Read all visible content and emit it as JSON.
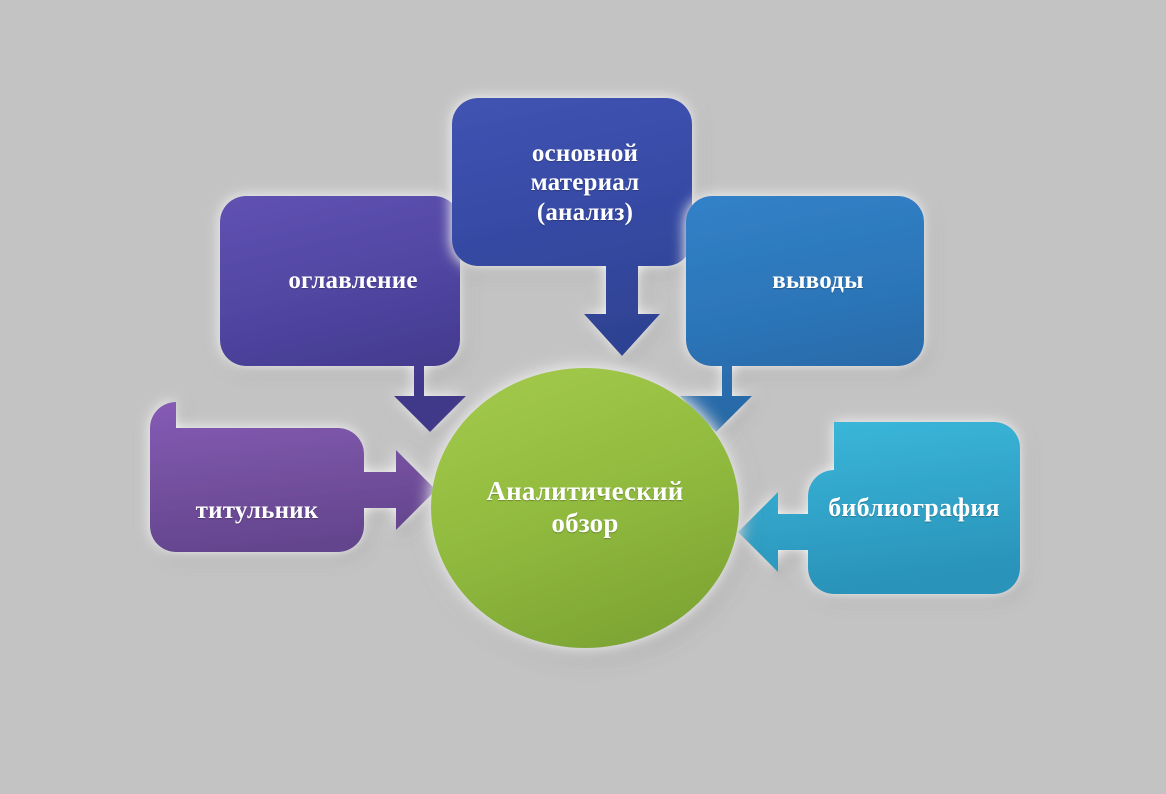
{
  "diagram": {
    "type": "radial-convergence",
    "title_node": "Аналитический обзор",
    "background_color": "#c3c3c3",
    "center": {
      "id": "center",
      "label": "Аналитический обзор",
      "label_line1": "Аналитический",
      "label_line2": "обзор",
      "shape": "circle",
      "fill_top": "#9cc342",
      "fill_bottom": "#83ac36",
      "text_color": "#ffffff"
    },
    "nodes": [
      {
        "id": "oglavlenie",
        "label": "оглавление",
        "shape": "rounded-rect",
        "fill_top": "#5b4ca8",
        "fill_bottom": "#433a8c",
        "text_color": "#ffffff",
        "arrow_direction": "down-right",
        "arrow_color": "#4b3f99"
      },
      {
        "id": "osnovnoy-material",
        "label": "основной материал (анализ)",
        "label_line1": "основной",
        "label_line2": "материал",
        "label_line3": "(анализ)",
        "shape": "rounded-rect",
        "fill_top": "#3b50ab",
        "fill_bottom": "#32479c",
        "text_color": "#ffffff",
        "arrow_direction": "down",
        "arrow_color": "#36499f"
      },
      {
        "id": "vyvody",
        "label": "выводы",
        "shape": "rounded-rect",
        "fill_top": "#2e7cc2",
        "fill_bottom": "#2a6cac",
        "text_color": "#ffffff",
        "arrow_direction": "down-left",
        "arrow_color": "#2c72b4"
      },
      {
        "id": "titulnik",
        "label": "титульник",
        "shape": "rounded-rect",
        "fill_top": "#7e56ae",
        "fill_bottom": "#684894",
        "text_color": "#ffffff",
        "arrow_direction": "right",
        "arrow_color": "#7b52aa"
      },
      {
        "id": "bibliografiya",
        "label": "библиография",
        "shape": "rounded-rect",
        "fill_top": "#37b2d6",
        "fill_bottom": "#2d99c1",
        "text_color": "#ffffff",
        "arrow_direction": "left",
        "arrow_color": "#33a9cd"
      }
    ]
  }
}
